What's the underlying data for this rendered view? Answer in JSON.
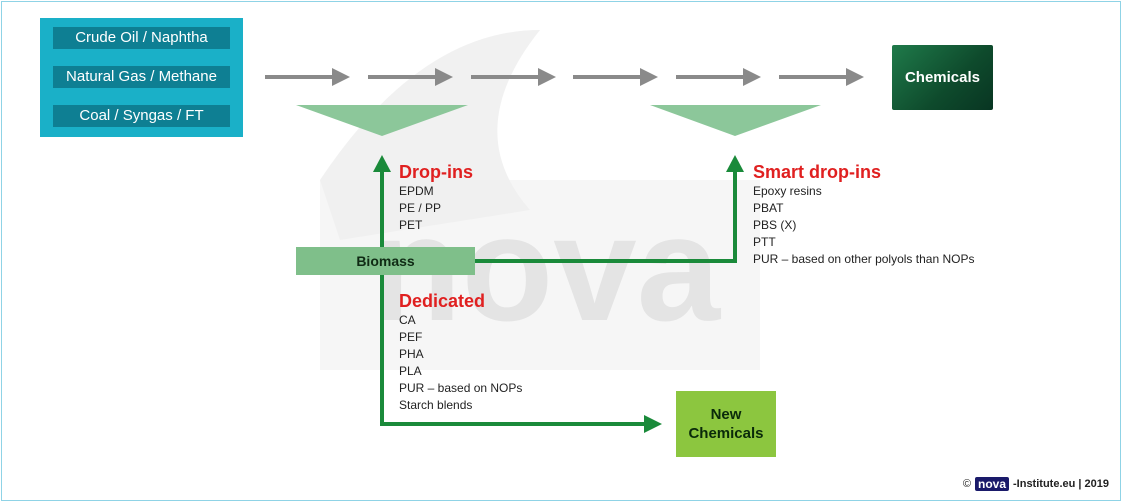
{
  "fossil": {
    "items": [
      "Crude Oil / Naphtha",
      "Natural Gas / Methane",
      "Coal / Syngas / FT"
    ]
  },
  "chemicals_label": "Chemicals",
  "biomass_label": "Biomass",
  "new_chemicals": {
    "line1": "New",
    "line2": "Chemicals"
  },
  "dropins": {
    "title": "Drop-ins",
    "items": [
      "EPDM",
      "PE / PP",
      "PET"
    ]
  },
  "smart_dropins": {
    "title": "Smart drop-ins",
    "items": [
      "Epoxy resins",
      "PBAT",
      "PBS (X)",
      "PTT",
      "PUR – based on other polyols than NOPs"
    ]
  },
  "dedicated": {
    "title": "Dedicated",
    "items": [
      "CA",
      "PEF",
      "PHA",
      "PLA",
      "PUR – based on NOPs",
      "Starch blends"
    ]
  },
  "footer": {
    "copyright": "©",
    "logo_text": "nova",
    "text": "-Institute.eu | 2019"
  },
  "watermark_text": "nova",
  "colors": {
    "fossil_box": "#1ab0c8",
    "fossil_item": "#0e7f93",
    "arrow_grey": "#8a8a8a",
    "funnel": "#8cc79a",
    "green_arrow": "#1a8a3a",
    "heading_red": "#e02020",
    "new_chemicals": "#8cc63f"
  }
}
